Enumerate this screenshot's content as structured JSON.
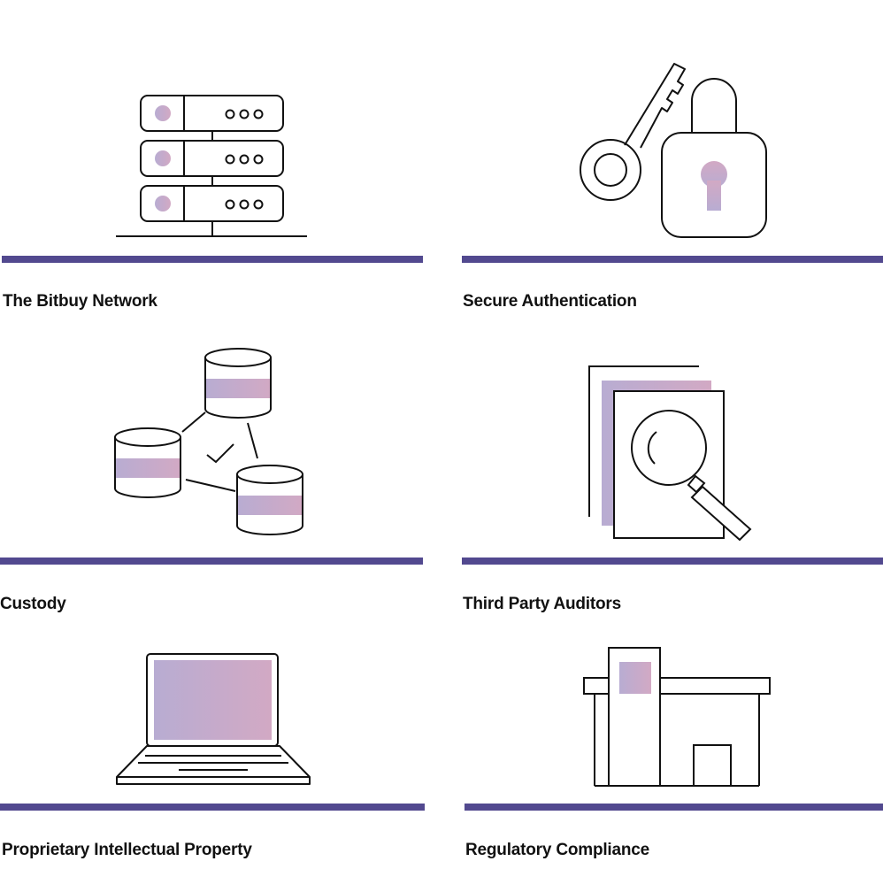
{
  "colors": {
    "bar": "#52498f",
    "line": "#111111",
    "gradient_start": "#b8acd2",
    "gradient_end": "#d2a9c4"
  },
  "features": [
    {
      "title": "The Bitbuy Network",
      "icon": "server-stack-icon"
    },
    {
      "title": "Secure Authentication",
      "icon": "key-and-padlock-icon"
    },
    {
      "title": "Custody",
      "icon": "database-network-icon"
    },
    {
      "title": "Third Party Auditors",
      "icon": "document-magnifier-icon"
    },
    {
      "title": "Proprietary Intellectual Property",
      "icon": "laptop-icon"
    },
    {
      "title": "Regulatory Compliance",
      "icon": "building-icon"
    }
  ]
}
